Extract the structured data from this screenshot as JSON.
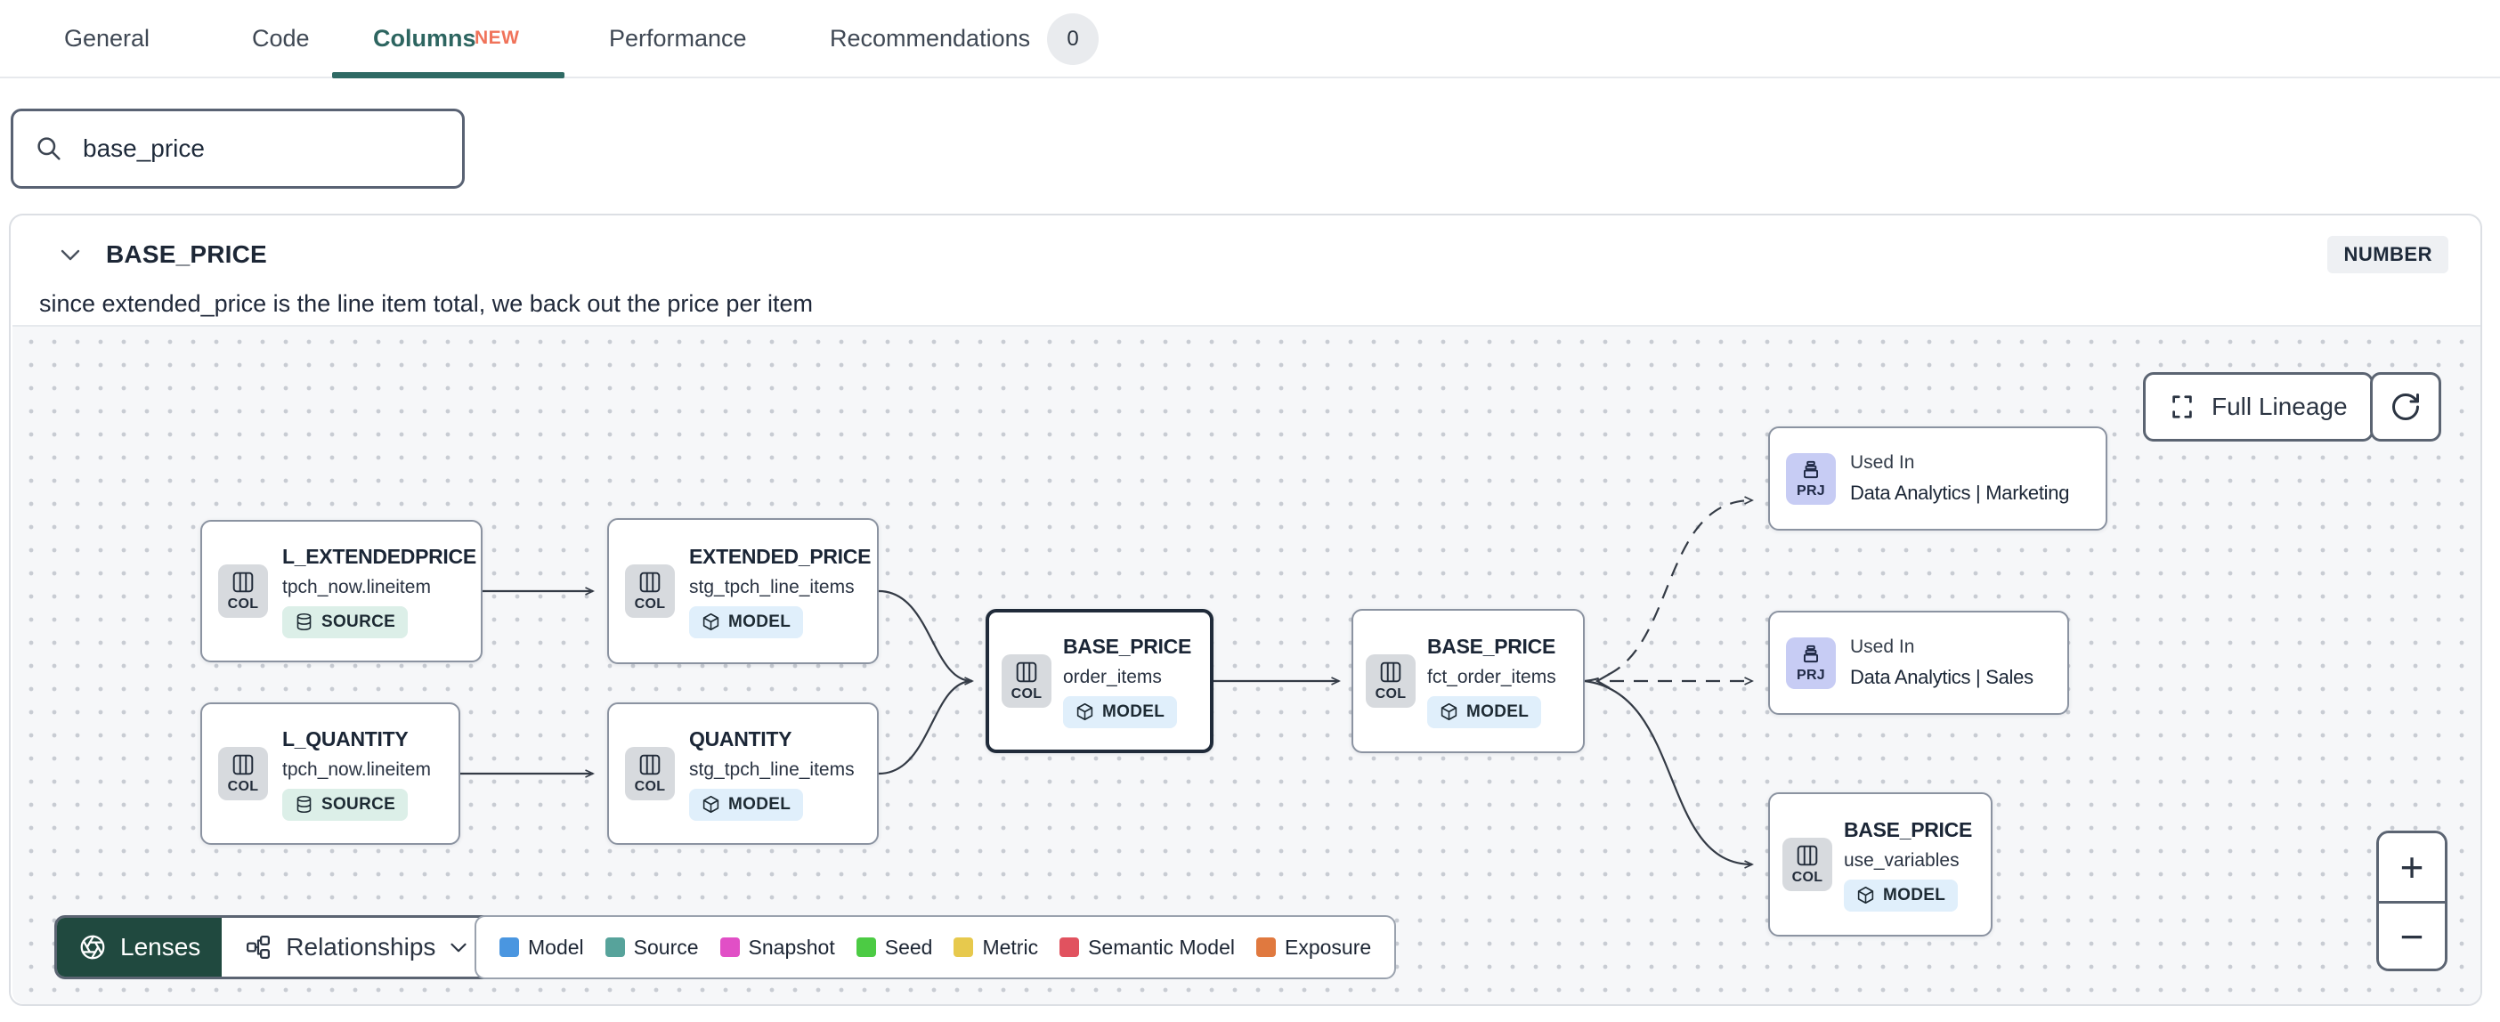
{
  "tabs": {
    "general": "General",
    "code": "Code",
    "columns": "Columns",
    "columns_badge": "NEW",
    "performance": "Performance",
    "recommendations": "Recommendations",
    "recommendations_count": "0"
  },
  "search": {
    "value": "base_price"
  },
  "column_panel": {
    "name": "BASE_PRICE",
    "data_type": "NUMBER",
    "description": "since extended_price is the line item total, we back out the price per item"
  },
  "lineage": {
    "full_lineage_label": "Full Lineage",
    "toolbar": {
      "lenses": "Lenses",
      "relationships": "Relationships"
    },
    "zoom_in": "+",
    "zoom_out": "−",
    "nodes": [
      {
        "tag": "COL",
        "title": "L_EXTENDEDPRICE",
        "subtitle": "tpch_now.lineitem",
        "badge": "SOURCE"
      },
      {
        "tag": "COL",
        "title": "EXTENDED_PRICE",
        "subtitle": "stg_tpch_line_items",
        "badge": "MODEL"
      },
      {
        "tag": "COL",
        "title": "L_QUANTITY",
        "subtitle": "tpch_now.lineitem",
        "badge": "SOURCE"
      },
      {
        "tag": "COL",
        "title": "QUANTITY",
        "subtitle": "stg_tpch_line_items",
        "badge": "MODEL"
      },
      {
        "tag": "COL",
        "title": "BASE_PRICE",
        "subtitle": "order_items",
        "badge": "MODEL",
        "selected": true
      },
      {
        "tag": "COL",
        "title": "BASE_PRICE",
        "subtitle": "fct_order_items",
        "badge": "MODEL"
      },
      {
        "tag": "PRJ",
        "label": "Used In",
        "title": "Data Analytics | Marketing"
      },
      {
        "tag": "PRJ",
        "label": "Used In",
        "title": "Data Analytics | Sales"
      },
      {
        "tag": "COL",
        "title": "BASE_PRICE",
        "subtitle": "use_variables",
        "badge": "MODEL"
      }
    ],
    "legend": [
      {
        "label": "Model",
        "color": "#4a96e0"
      },
      {
        "label": "Source",
        "color": "#57a39b"
      },
      {
        "label": "Snapshot",
        "color": "#e14fc6"
      },
      {
        "label": "Seed",
        "color": "#4ccb44"
      },
      {
        "label": "Metric",
        "color": "#e7c94d"
      },
      {
        "label": "Semantic Model",
        "color": "#e1525f"
      },
      {
        "label": "Exposure",
        "color": "#e0793f"
      }
    ]
  },
  "colors": {
    "accent_teal": "#2f6a64",
    "new_badge": "#f0735a",
    "lenses_bg": "#20493f",
    "edge": "#343b46"
  }
}
